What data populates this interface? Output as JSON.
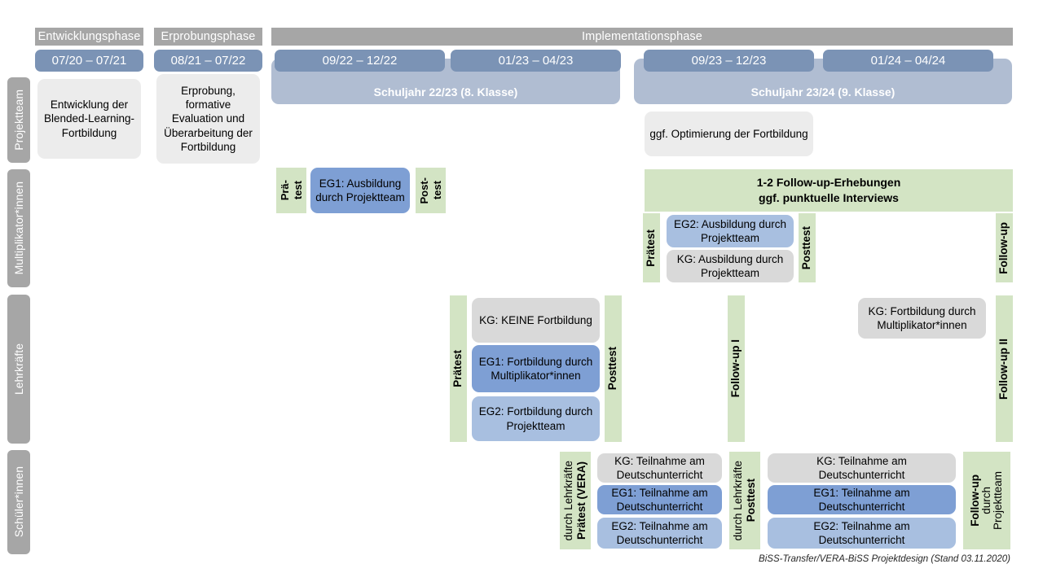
{
  "footer": {
    "credit": "BiSS-Transfer/VERA-BiSS Projektdesign (Stand 03.11.2020)"
  },
  "phases": [
    {
      "label": "Entwicklungsphase"
    },
    {
      "label": "Erprobungsphase"
    },
    {
      "label": "Implementationsphase"
    }
  ],
  "date_chips": [
    {
      "label": "07/20 – 07/21"
    },
    {
      "label": "08/21 – 07/22"
    },
    {
      "label": "09/22 – 12/22"
    },
    {
      "label": "01/23 – 04/23"
    },
    {
      "label": "09/23 – 12/23"
    },
    {
      "label": "01/24 – 04/24"
    }
  ],
  "school_years": [
    {
      "label": "Schuljahr 22/23 (8. Klasse)"
    },
    {
      "label": "Schuljahr 23/24 (9. Klasse)"
    }
  ],
  "lanes": [
    {
      "label": "Projektteam"
    },
    {
      "label": "Multiplikator*innen"
    },
    {
      "label": "Lehrkräfte"
    },
    {
      "label": "Schüler*innen"
    }
  ],
  "projektteam": {
    "entwicklung": "Entwicklung der Blended-Learning-Fortbildung",
    "erprobung": "Erprobung, formative Evaluation und Überarbeitung der Fortbildung",
    "optimierung": "ggf. Optimierung der Fortbildung"
  },
  "multiplikatoren": {
    "praetest_line1": "Prä-",
    "praetest_line2": "test",
    "eg1_box": "EG1: Ausbildung durch Projektteam",
    "posttest_line1": "Post-",
    "posttest_line2": "test",
    "banner_line1": "1-2 Follow-up-Erhebungen",
    "banner_line2": "ggf. punktuelle Interviews",
    "praetest2": "Prätest",
    "eg2_box": "EG2:  Ausbildung durch Projektteam",
    "kg_box": "KG: Ausbildung durch Projektteam",
    "posttest2": "Posttest",
    "followup": "Follow-up"
  },
  "lehrkraefte": {
    "praetest": "Prätest",
    "kg_box": "KG:  KEINE Fortbildung",
    "eg1_box": "EG1: Fortbildung durch Multiplikator*innen",
    "eg2_box": "EG2: Fortbildung durch Projektteam",
    "posttest": "Posttest",
    "followup1": "Follow-up I",
    "kg_fortbildung": "KG: Fortbildung durch Multiplikator*innen",
    "followup2": "Follow-up II"
  },
  "schueler": {
    "praetest_bold": "Prätest (VERA)",
    "praetest_sub": "durch Lehrkräfte",
    "first_boxes": [
      {
        "label": "KG: Teilnahme am Deutschunterricht",
        "style": "gray"
      },
      {
        "label": "EG1: Teilnahme am Deutschunterricht",
        "style": "eg1"
      },
      {
        "label": "EG2: Teilnahme am Deutschunterricht",
        "style": "eg2"
      }
    ],
    "posttest_bold": "Posttest",
    "posttest_sub": "durch Lehrkräfte",
    "second_boxes": [
      {
        "label": "KG: Teilnahme am Deutschunterricht",
        "style": "gray"
      },
      {
        "label": "EG1: Teilnahme am Deutschunterricht",
        "style": "eg1"
      },
      {
        "label": "EG2: Teilnahme am Deutschunterricht",
        "style": "eg2"
      }
    ],
    "followup_bold": "Follow-up",
    "followup_sub1": "durch",
    "followup_sub2": "Projektteam"
  },
  "colors": {
    "header_gray": "#a6a6a6",
    "date_blue": "#7b93b5",
    "year_blue": "#b0bdd2",
    "green": "#d3e4c4",
    "box_gray_light": "#ececec",
    "box_gray": "#d9d9d9",
    "eg1_blue": "#7e9fd4",
    "eg2_blue": "#a8bfe0"
  }
}
